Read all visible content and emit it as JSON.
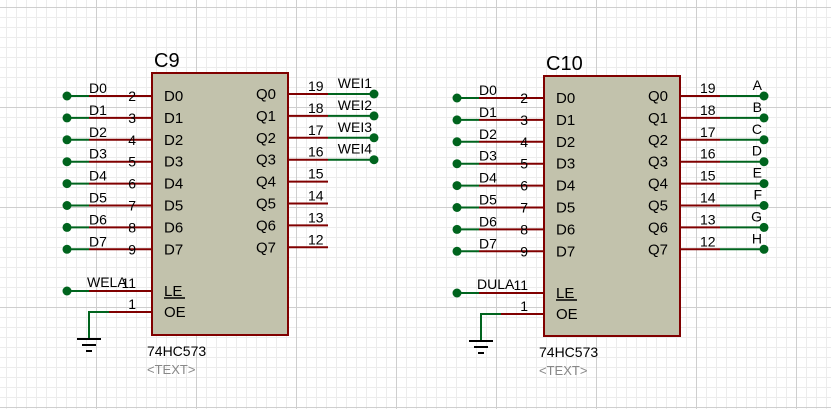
{
  "chips": [
    {
      "ref": "C9",
      "part": "74HC573",
      "placeholder": "<TEXT>",
      "inputs": [
        {
          "name": "D0",
          "pin": "2",
          "net": "D0"
        },
        {
          "name": "D1",
          "pin": "3",
          "net": "D1"
        },
        {
          "name": "D2",
          "pin": "4",
          "net": "D2"
        },
        {
          "name": "D3",
          "pin": "5",
          "net": "D3"
        },
        {
          "name": "D4",
          "pin": "6",
          "net": "D4"
        },
        {
          "name": "D5",
          "pin": "7",
          "net": "D5"
        },
        {
          "name": "D6",
          "pin": "8",
          "net": "D6"
        },
        {
          "name": "D7",
          "pin": "9",
          "net": "D7"
        }
      ],
      "outputs": [
        {
          "name": "Q0",
          "pin": "19",
          "net": "WEI1"
        },
        {
          "name": "Q1",
          "pin": "18",
          "net": "WEI2"
        },
        {
          "name": "Q2",
          "pin": "17",
          "net": "WEI3"
        },
        {
          "name": "Q3",
          "pin": "16",
          "net": "WEI4"
        },
        {
          "name": "Q4",
          "pin": "15",
          "net": ""
        },
        {
          "name": "Q5",
          "pin": "14",
          "net": ""
        },
        {
          "name": "Q6",
          "pin": "13",
          "net": ""
        },
        {
          "name": "Q7",
          "pin": "12",
          "net": ""
        }
      ],
      "le": {
        "name": "LE",
        "pin": "11",
        "net": "WELA"
      },
      "oe": {
        "name": "OE",
        "pin": "1"
      }
    },
    {
      "ref": "C10",
      "part": "74HC573",
      "placeholder": "<TEXT>",
      "inputs": [
        {
          "name": "D0",
          "pin": "2",
          "net": "D0"
        },
        {
          "name": "D1",
          "pin": "3",
          "net": "D1"
        },
        {
          "name": "D2",
          "pin": "4",
          "net": "D2"
        },
        {
          "name": "D3",
          "pin": "5",
          "net": "D3"
        },
        {
          "name": "D4",
          "pin": "6",
          "net": "D4"
        },
        {
          "name": "D5",
          "pin": "7",
          "net": "D5"
        },
        {
          "name": "D6",
          "pin": "8",
          "net": "D6"
        },
        {
          "name": "D7",
          "pin": "9",
          "net": "D7"
        }
      ],
      "outputs": [
        {
          "name": "Q0",
          "pin": "19",
          "net": "A"
        },
        {
          "name": "Q1",
          "pin": "18",
          "net": "B"
        },
        {
          "name": "Q2",
          "pin": "17",
          "net": "C"
        },
        {
          "name": "Q3",
          "pin": "16",
          "net": "D"
        },
        {
          "name": "Q4",
          "pin": "15",
          "net": "E"
        },
        {
          "name": "Q5",
          "pin": "14",
          "net": "F"
        },
        {
          "name": "Q6",
          "pin": "13",
          "net": "G"
        },
        {
          "name": "Q7",
          "pin": "12",
          "net": "H"
        }
      ],
      "le": {
        "name": "LE",
        "pin": "11",
        "net": "DULA"
      },
      "oe": {
        "name": "OE",
        "pin": "1"
      }
    }
  ],
  "colors": {
    "pin": "#800000",
    "wire": "#00641e",
    "body": "#c2c2ac"
  }
}
